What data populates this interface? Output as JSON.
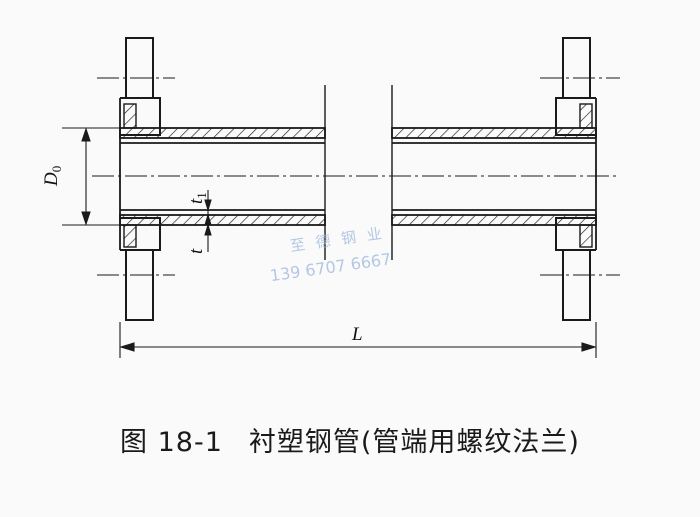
{
  "diagram": {
    "labels": {
      "outer_diameter": "D",
      "outer_diameter_sub": "0",
      "liner_thickness": "t",
      "liner_thickness_sub": "1",
      "wall_thickness": "t",
      "length": "L"
    },
    "watermark": {
      "line1": "至 德 钢 业",
      "line2": "139 6707 6667"
    }
  },
  "caption": {
    "figure_number": "图 18-1",
    "title": "衬塑钢管(管端用螺纹法兰)"
  },
  "colors": {
    "line": "#1a1a1a",
    "background": "#fafafa",
    "watermark": "#9db7dc"
  }
}
